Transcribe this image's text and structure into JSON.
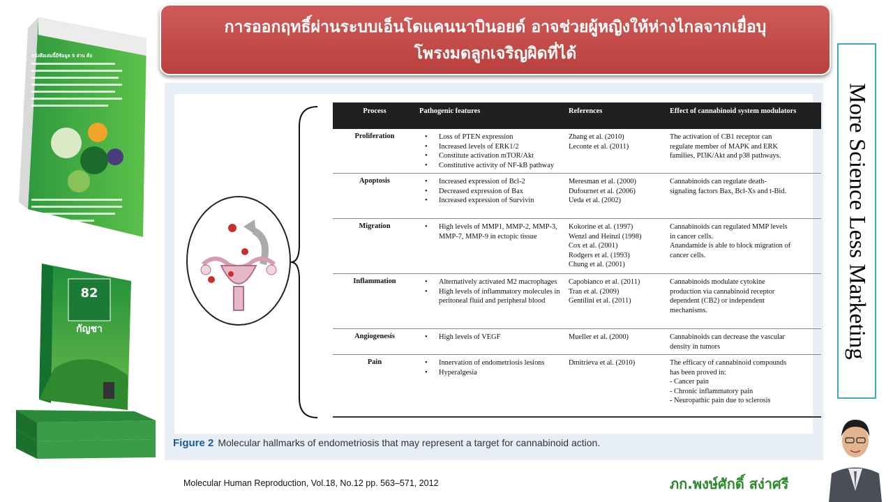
{
  "title": {
    "line1": "การออกฤทธิ์ผ่านระบบเอ็นโดแคนนาบินอยด์ อาจช่วยผู้หญิงให้ห่างไกลจากเยื่อบุ",
    "line2": "โพรงมดลูกเจริญผิดที่ได้"
  },
  "side_label": "More Science Less Marketing",
  "table": {
    "headers": [
      "Process",
      "Pathogenic features",
      "References",
      "Effect of cannabinoid system modulators"
    ],
    "rows": [
      {
        "process": "Proliferation",
        "features": [
          "Loss of PTEN expression",
          "Increased levels of ERK1/2",
          "Constitute activation mTOR/Akt",
          "Constitutive activity of NF-kB pathway"
        ],
        "references": [
          "Zhang et al. (2010)",
          "Leconte et al. (2011)"
        ],
        "effect": [
          "The activation of CB1 receptor can",
          "regulate member of MAPK and ERK",
          "families, PI3K/Akt and p38 pathways."
        ]
      },
      {
        "process": "Apoptosis",
        "features": [
          "Increased expression of Bcl-2",
          "Decreased expression of Bax",
          "Increased expression of Survivin"
        ],
        "references": [
          "Meresman et al. (2000)",
          "Dufournet et al. (2006)",
          "Ueda et al. (2002)"
        ],
        "effect": [
          "Cannabinoids can regulate death-",
          "signaling factors Bax, Bcl-Xs and t-Bid."
        ]
      },
      {
        "process": "Migration",
        "features": [
          "High levels of MMP1, MMP-2, MMP-3, MMP-7, MMP-9 in ectopic tissue"
        ],
        "references": [
          "Kokorine et al. (1997)",
          "Wenzl and Heinzl (1998)",
          "Cox et al. (2001)",
          "Rodgers et al. (1993)",
          "Chung et al. (2001)"
        ],
        "effect": [
          "Cannabinoids can regulated MMP levels",
          "in cancer cells.",
          "Anandamide is able to block migration of",
          "cancer cells."
        ]
      },
      {
        "process": "Inflammation",
        "features": [
          "Alternatively activated M2 macrophages",
          "High levels of inflammatory molecules in peritoneal fluid and peripheral blood"
        ],
        "references": [
          "Capobianco et al. (2011)",
          "Tran et al. (2009)",
          "Gentilini et al. (2011)"
        ],
        "effect": [
          "Cannabinoids modulate cytokine",
          "production via cannabinoid receptor",
          "dependent (CB2) or independent",
          "mechanisms."
        ]
      },
      {
        "process": "Angiogenesis",
        "features": [
          "High levels of VEGF"
        ],
        "references": [
          "Mueller et al. (2000)"
        ],
        "effect": [
          "Cannabinoids can decrease the vascular",
          "density in tumors"
        ]
      },
      {
        "process": "Pain",
        "features": [
          "Innervation of endometriosis lesions",
          "Hyperalgesia"
        ],
        "references": [
          "Dmitrieva et al. (2010)"
        ],
        "effect": [
          "The efficacy of cannabinoid compounds",
          "has been proved in:",
          "- Cancer pain",
          "- Chronic inflammatory pain",
          "- Neuropathic pain due to sclerosis"
        ]
      }
    ]
  },
  "caption": {
    "label": "Figure 2",
    "text": "Molecular hallmarks of endometriosis that may represent a target for cannabinoid action."
  },
  "citation": "Molecular Human Reproduction, Vol.18, No.12 pp. 563–571,  2012",
  "author": "ภก.พงษ์ศักดิ์ สง่าศรี",
  "books": {
    "book1_heading": "หนังสือเล่มนี้มีข้อมูล 5 ส่วน คือ",
    "book2_number": "82",
    "book2_title": "กัญชา"
  },
  "colors": {
    "banner": "#c44b48",
    "side_border": "#3fa7be",
    "author": "#2a8a2a",
    "caption_label": "#1c5a96"
  }
}
